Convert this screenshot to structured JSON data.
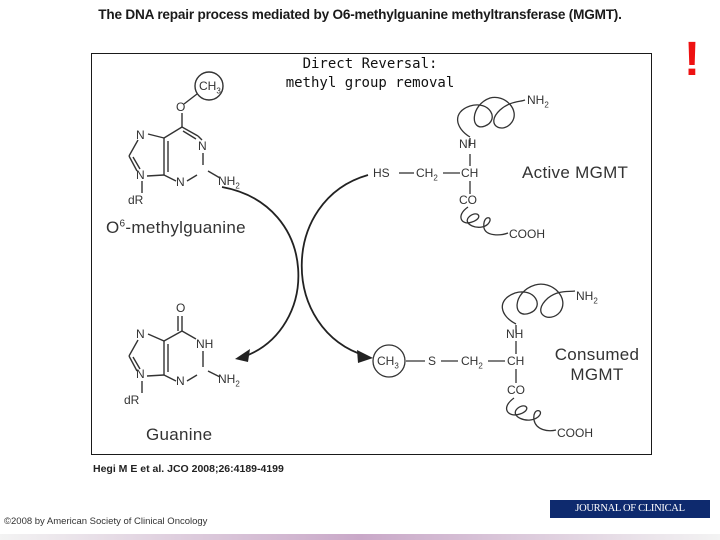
{
  "title": "The DNA repair process mediated by O6-methylguanine methyltransferase (MGMT).",
  "alert_glyph": "!",
  "box_label_line1": "Direct Reversal:",
  "box_label_line2": "methyl group removal",
  "o6mg": {
    "ch3": "CH",
    "ch3_sub": "3",
    "O": "O",
    "N7": "N",
    "N1": "N",
    "N3": "N",
    "N9": "N",
    "NH2": "NH",
    "NH2_sub": "2",
    "dR": "dR",
    "name_prefix": "O",
    "name_sup": "6",
    "name_rest": "-methylguanine"
  },
  "guanine": {
    "O": "O",
    "N7": "N",
    "NH": "NH",
    "N3": "N",
    "N9": "N",
    "NH2": "NH",
    "NH2_sub": "2",
    "dR": "dR",
    "name": "Guanine"
  },
  "active": {
    "NH2": "NH",
    "NH2_sub": "2",
    "NH": "NH",
    "HS": "HS",
    "CH2": "CH",
    "CH2_sub": "2",
    "CH": "CH",
    "CO": "CO",
    "COOH": "COOH",
    "name": "Active MGMT"
  },
  "consumed": {
    "NH2": "NH",
    "NH2_sub": "2",
    "NH": "NH",
    "CH3": "CH",
    "CH3_sub": "3",
    "S": "S",
    "CH2": "CH",
    "CH2_sub": "2",
    "CH": "CH",
    "CO": "CO",
    "COOH": "COOH",
    "name_line1": "Consumed",
    "name_line2": "MGMT"
  },
  "citation": "Hegi M E et al. JCO 2008;26:4189-4199",
  "copyright": "©2008 by American Society of Clinical Oncology",
  "journal_logo": "JOURNAL OF CLINICAL ONCOLOGY"
}
